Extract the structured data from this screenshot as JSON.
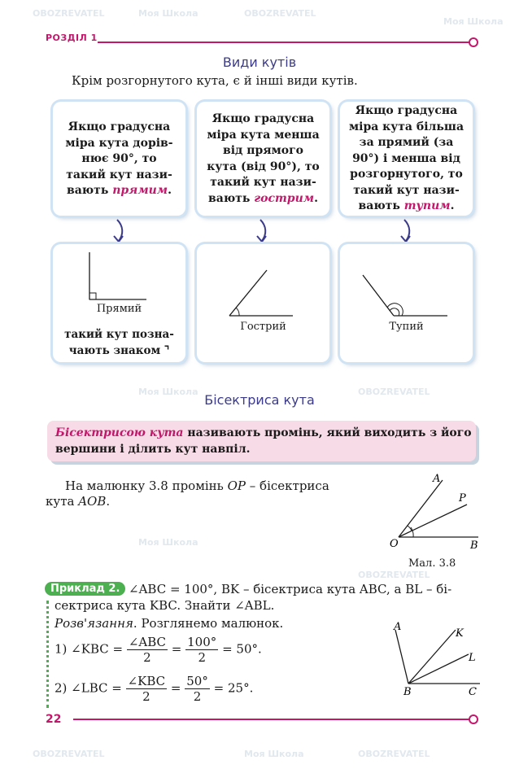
{
  "header": {
    "section": "РОЗДІЛ 1"
  },
  "watermarks": {
    "school": "Моя Школа",
    "brand": "OBOZREVATEL"
  },
  "angle_types": {
    "title": "Види кутів",
    "intro": "Крім розгорнутого кута, є й інші види кутів.",
    "cards": [
      {
        "lines": [
          "Якщо градусна",
          "міра кута дорів-",
          "нює 90°, то",
          "такий кут нази-"
        ],
        "last_prefix": "вають",
        "term": "прямим",
        "last_suffix": "."
      },
      {
        "lines": [
          "Якщо градусна",
          "міра кута менша",
          "від прямого",
          "кута (від 90°), то",
          "такий кут нази-"
        ],
        "last_prefix": "вають",
        "term": "гострим",
        "last_suffix": "."
      },
      {
        "lines": [
          "Якщо градусна",
          "міра кута більша",
          "за прямий (за",
          "90°) і менша від",
          "розгорнутого, то",
          "такий кут нази-"
        ],
        "last_prefix": "вають",
        "term": "тупим",
        "last_suffix": "."
      }
    ],
    "figures": [
      {
        "label": "Прямий",
        "note_lines": [
          "такий кут позна-",
          "чають знаком ⌝"
        ]
      },
      {
        "label": "Гострий"
      },
      {
        "label": "Тупий"
      }
    ]
  },
  "bisector": {
    "title": "Бісектриса кута",
    "definition_term": "Бісектрисою кута",
    "definition_rest_1": " називають промінь, який виходить з його",
    "definition_rest_2": "вершини і ділить кут навпіл.",
    "text_1a": "На малюнку 3.8 промінь ",
    "text_1b": "OP",
    "text_1c": " – бісектриса",
    "text_2a": "кута ",
    "text_2b": "AOB",
    "text_2c": ".",
    "figure_points": {
      "A": "A",
      "P": "P",
      "O": "O",
      "B": "B"
    },
    "figure_caption": "Мал. 3.8"
  },
  "example": {
    "badge": "Приклад 2.",
    "line1": "∠ABC = 100°, BK – бісектриса кута ABC, а BL – бі-",
    "line2": "сектриса кута KBC. Знайти ∠ABL.",
    "solution_label": "Розв'язання",
    "solution_rest": ". Розглянемо малюнок.",
    "step1": {
      "prefix": "1) ∠KBC =",
      "num1": "∠ABC",
      "den1": "2",
      "num2": "100°",
      "den2": "2",
      "result": "= 50°."
    },
    "step2": {
      "prefix": "2) ∠LBC =",
      "num1": "∠KBC",
      "den1": "2",
      "num2": "50°",
      "den2": "2",
      "result": "= 25°."
    },
    "figure_points": {
      "A": "A",
      "K": "K",
      "L": "L",
      "B": "B",
      "C": "C"
    }
  },
  "footer": {
    "page_number": "22"
  },
  "colors": {
    "accent": "#c2186b",
    "title": "#3b3b8a",
    "badge": "#4caf50",
    "definition_bg": "#f7dbe6"
  }
}
